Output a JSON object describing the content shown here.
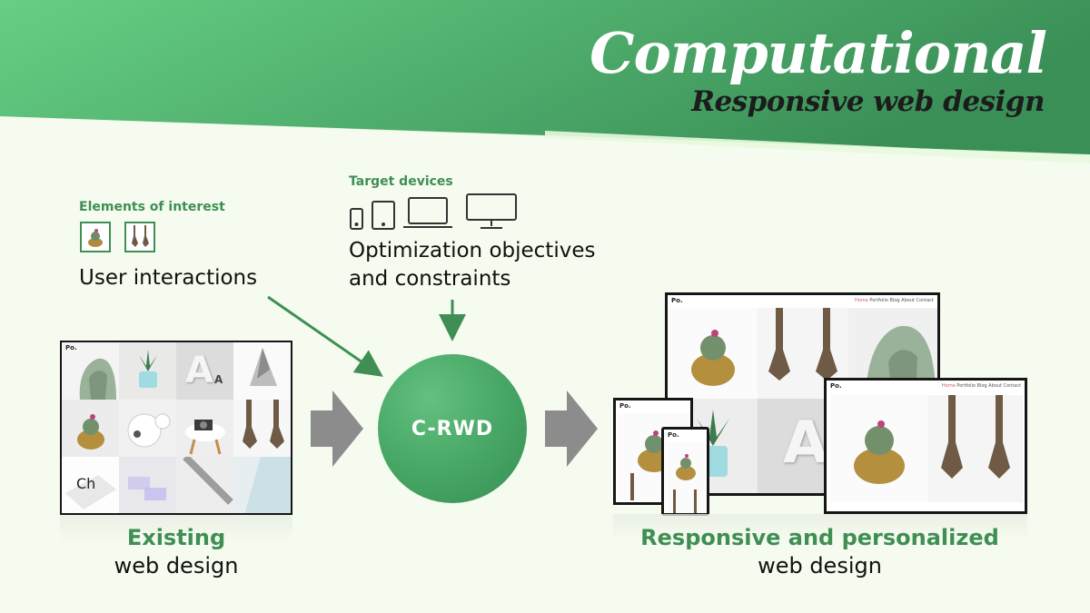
{
  "header": {
    "title": "Computational",
    "subtitle": "Responsive web design",
    "colors": {
      "band_light": "#66cf84",
      "band_dark": "#3a8f57",
      "background": "#f6fbef"
    }
  },
  "inputs": {
    "elements_label": "Elements of interest",
    "user_interactions": "User interactions",
    "target_devices_label": "Target devices",
    "objectives_line1": "Optimization objectives",
    "objectives_line2": "and constraints",
    "device_icons": [
      "phone-icon",
      "tablet-icon",
      "laptop-icon",
      "desktop-monitor-icon"
    ]
  },
  "center": {
    "label": "C-RWD"
  },
  "left_design": {
    "logo": "Po.",
    "letter_a_big": "A",
    "letter_a_small": "A",
    "ch_text": "Ch",
    "caption_line1": "Existing",
    "caption_line2": "web design"
  },
  "right_design": {
    "logo": "Po.",
    "nav": {
      "home": "Home",
      "rest": "Portfolio  Blog  About  Contact"
    },
    "letter_a": "A",
    "caption_line1": "Responsive and personalized",
    "caption_line2": "web design"
  },
  "colors": {
    "accent_green": "#3f8f54",
    "arrow_gray": "#8c8c8c",
    "frame": "#161616"
  }
}
